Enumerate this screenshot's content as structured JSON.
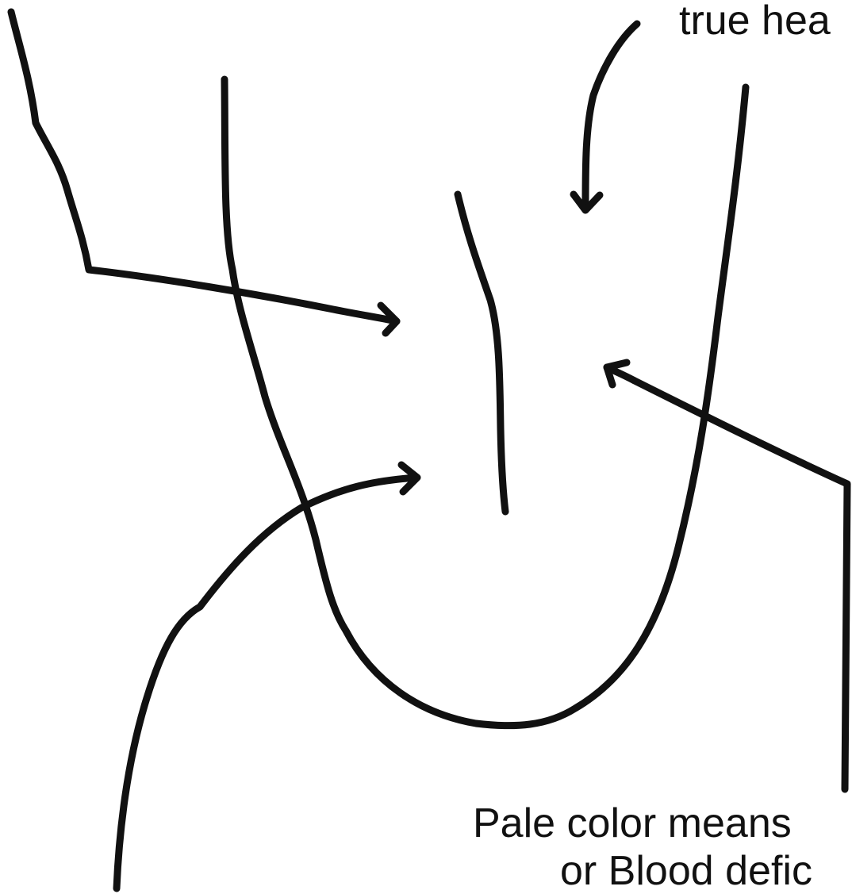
{
  "diagram": {
    "labels": {
      "top": "true hea",
      "bottom_line_1": "Pale color means",
      "bottom_line_2": "or Blood defic"
    },
    "colors": {
      "ink": "#111111",
      "background": "#ffffff"
    }
  }
}
